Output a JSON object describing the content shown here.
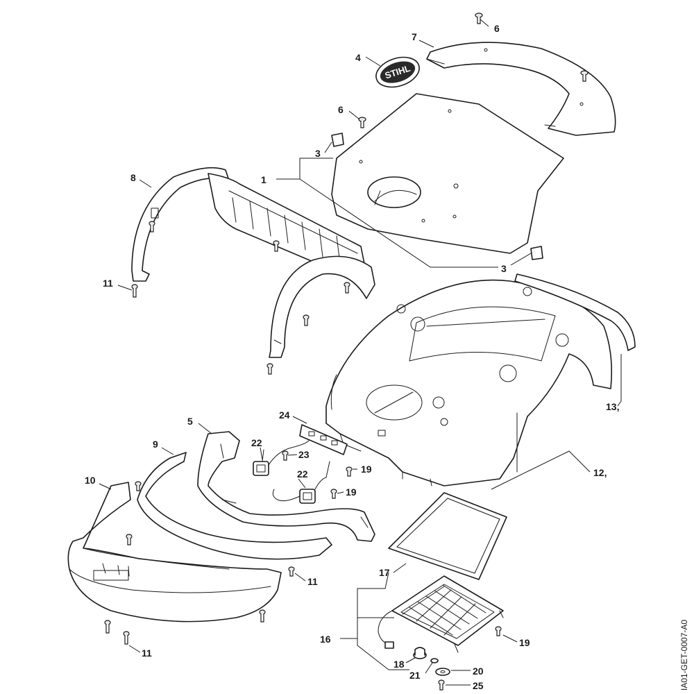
{
  "diagram": {
    "document_id": "IA01-GET-0007-A0",
    "logo_text": "STIHL",
    "callouts": {
      "c1": "1",
      "c3a": "3",
      "c3b": "3",
      "c4": "4",
      "c5": "5",
      "c6a": "6",
      "c6b": "6",
      "c7": "7",
      "c8": "8",
      "c9": "9",
      "c10": "10",
      "c11a": "11",
      "c11b": "11",
      "c11c": "11",
      "c12": "12,",
      "c13": "13,",
      "c16": "16",
      "c17": "17",
      "c18": "18",
      "c19a": "19",
      "c19b": "19",
      "c19c": "19",
      "c20": "20",
      "c21": "21",
      "c22a": "22",
      "c22b": "22",
      "c23": "23",
      "c24": "24",
      "c25": "25"
    }
  }
}
